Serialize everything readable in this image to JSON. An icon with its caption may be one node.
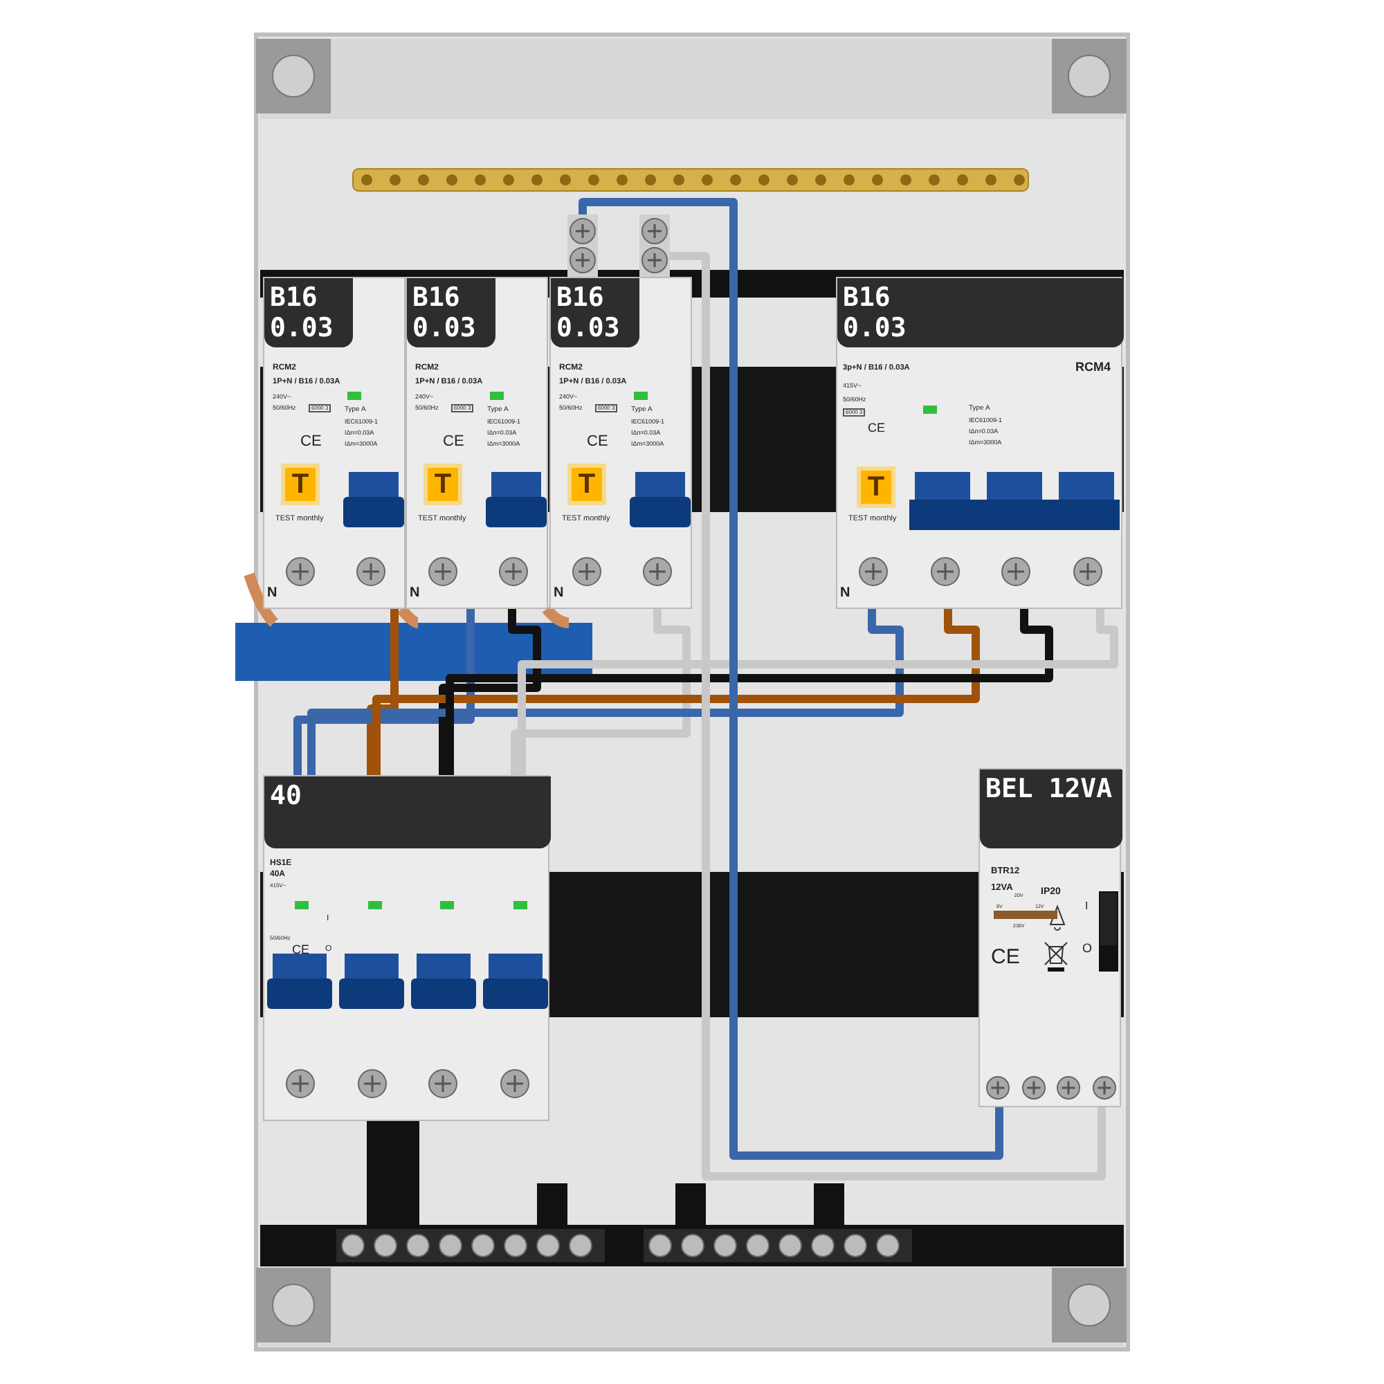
{
  "diagram": {
    "nodes": [
      {
        "text": [
          "B16 0.03",
          "RCM2",
          "1P+N / B16 / 0.03A",
          "240V~",
          "50/60Hz",
          "6000 3",
          "CE",
          "Type A",
          "IEC61009-1",
          "IΔn=0.03A",
          "IΔm=3000A",
          "T",
          "TEST monthly",
          "N"
        ]
      },
      {
        "text": [
          "B16 0.03",
          "RCM2",
          "1P+N / B16 / 0.03A",
          "240V~",
          "50/60Hz",
          "6000 3",
          "CE",
          "Type A",
          "IEC61009-1",
          "IΔn=0.03A",
          "IΔm=3000A",
          "T",
          "TEST monthly",
          "N"
        ]
      },
      {
        "text": [
          "B16 0.03",
          "RCM2",
          "1P+N / B16 / 0.03A",
          "240V~",
          "50/60Hz",
          "6000 3",
          "CE",
          "Type A",
          "IEC61009-1",
          "IΔn=0.03A",
          "IΔm=3000A",
          "T",
          "TEST monthly",
          "N"
        ]
      },
      {
        "text": [
          "B16 0.03",
          "3p+N / B16 / 0.03A",
          "RCM4",
          "415V~",
          "50/60Hz",
          "6000 3",
          "CE",
          "Type A",
          "IEC61009-1",
          "IΔn=0.03A",
          "IΔm=3000A",
          "T",
          "TEST monthly",
          "N"
        ]
      },
      {
        "text": [
          "40",
          "HS1E",
          "40A",
          "415V~",
          "50/60Hz",
          "CE",
          "I",
          "O"
        ]
      },
      {
        "text": [
          "BEL 12VA",
          "BTR12",
          "12VA",
          "IP20",
          "I",
          "20V",
          "8V",
          "12V",
          "230V",
          "O",
          "CE"
        ]
      },
      {
        "text": [],
        "shape": "box"
      },
      {
        "text": [],
        "shape": "box"
      }
    ],
    "edges": [
      {
        "from": 4,
        "to": 0,
        "arrow": "none",
        "color": "#a0520a"
      },
      {
        "from": 4,
        "to": 1,
        "arrow": "none",
        "color": "#3a66aa"
      },
      {
        "from": 4,
        "to": 1,
        "arrow": "none",
        "color": "#111111"
      },
      {
        "from": 4,
        "to": 2,
        "arrow": "none",
        "color": "#c8c8c8"
      },
      {
        "from": 4,
        "to": 3,
        "arrow": "none",
        "color": "#3a66aa"
      },
      {
        "from": 4,
        "to": 3,
        "arrow": "none",
        "color": "#a0520a"
      },
      {
        "from": 4,
        "to": 3,
        "arrow": "none",
        "color": "#111111"
      },
      {
        "from": 4,
        "to": 3,
        "arrow": "none",
        "color": "#c8c8c8"
      },
      {
        "from": 6,
        "to": 5,
        "arrow": "none",
        "color": "#3a66aa"
      },
      {
        "from": 7,
        "to": 5,
        "arrow": "none",
        "color": "#c8c8c8"
      }
    ]
  }
}
